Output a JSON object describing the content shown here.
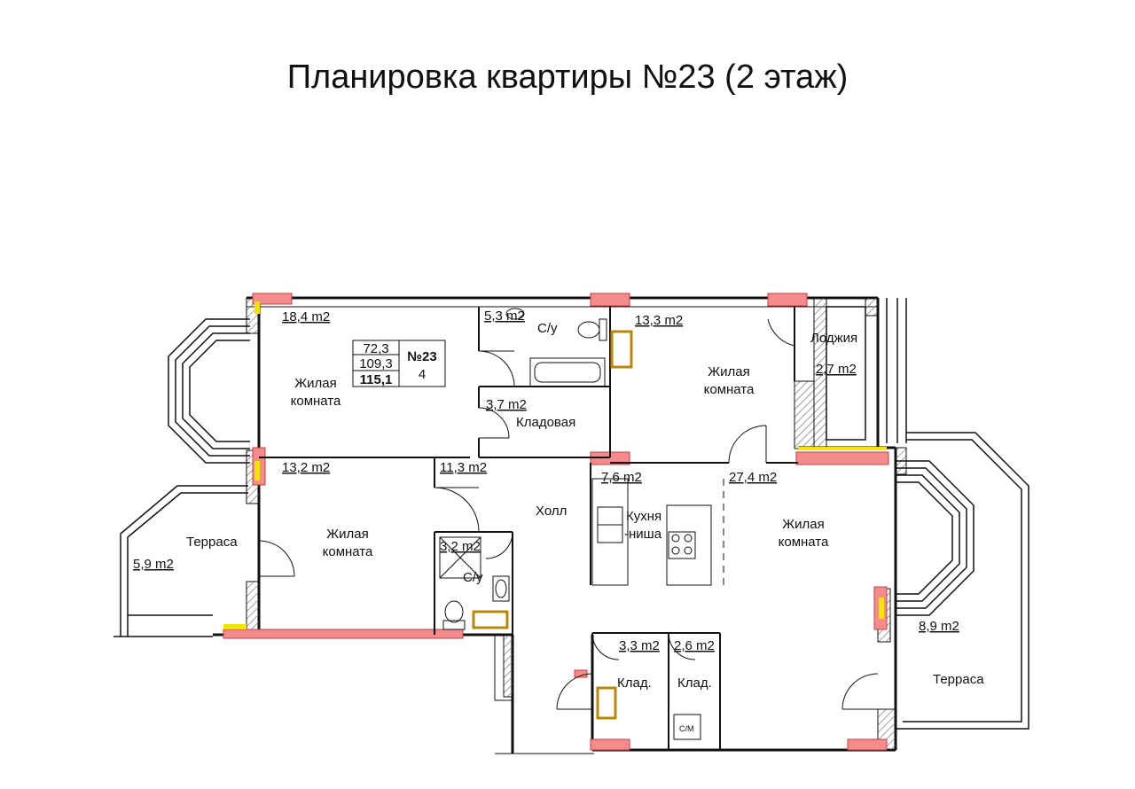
{
  "title": "Планировка квартиры №23 (2 этаж)",
  "colors": {
    "wall": "#111111",
    "window": "#f58b8b",
    "hatch": "#888888",
    "accent": "#f2e400",
    "furniture": "#b8860b"
  },
  "summary": {
    "number": "№23",
    "rooms": "4",
    "living": "72,3",
    "total": "109,3",
    "total_full": "115,1"
  },
  "rooms": [
    {
      "id": "living-room-nw",
      "name1": "Жилая",
      "name2": "комната",
      "area": "18,4 m2"
    },
    {
      "id": "bathroom-north",
      "name1": "С/у",
      "area": "5,3 m2"
    },
    {
      "id": "storage-north",
      "name1": "Кладовая",
      "area": "3,7 m2"
    },
    {
      "id": "living-room-ne",
      "name1": "Жилая",
      "name2": "комната",
      "area": "13,3 m2"
    },
    {
      "id": "loggia",
      "name1": "Лоджия",
      "area": "2,7 m2"
    },
    {
      "id": "living-room-sw",
      "name1": "Жилая",
      "name2": "комната",
      "area": "13,2 m2"
    },
    {
      "id": "terrace-west",
      "name1": "Терраса",
      "area": "5,9 m2"
    },
    {
      "id": "hall",
      "name1": "Холл",
      "area": "11,3 m2"
    },
    {
      "id": "bathroom-south",
      "name1": "С/у",
      "area": "3,2 m2"
    },
    {
      "id": "kitchen-niche",
      "name1": "Кухня",
      "name2": "-ниша",
      "area": "7,6 m2"
    },
    {
      "id": "living-room-se",
      "name1": "Жилая",
      "name2": "комната",
      "area": "27,4 m2"
    },
    {
      "id": "terrace-east",
      "name1": "Терраса",
      "area": "8,9 m2"
    },
    {
      "id": "closet-1",
      "name1": "Клад.",
      "area": "3,3 m2"
    },
    {
      "id": "closet-2",
      "name1": "Клад.",
      "area": "2,6 m2"
    }
  ],
  "appliance_label": "С/М"
}
